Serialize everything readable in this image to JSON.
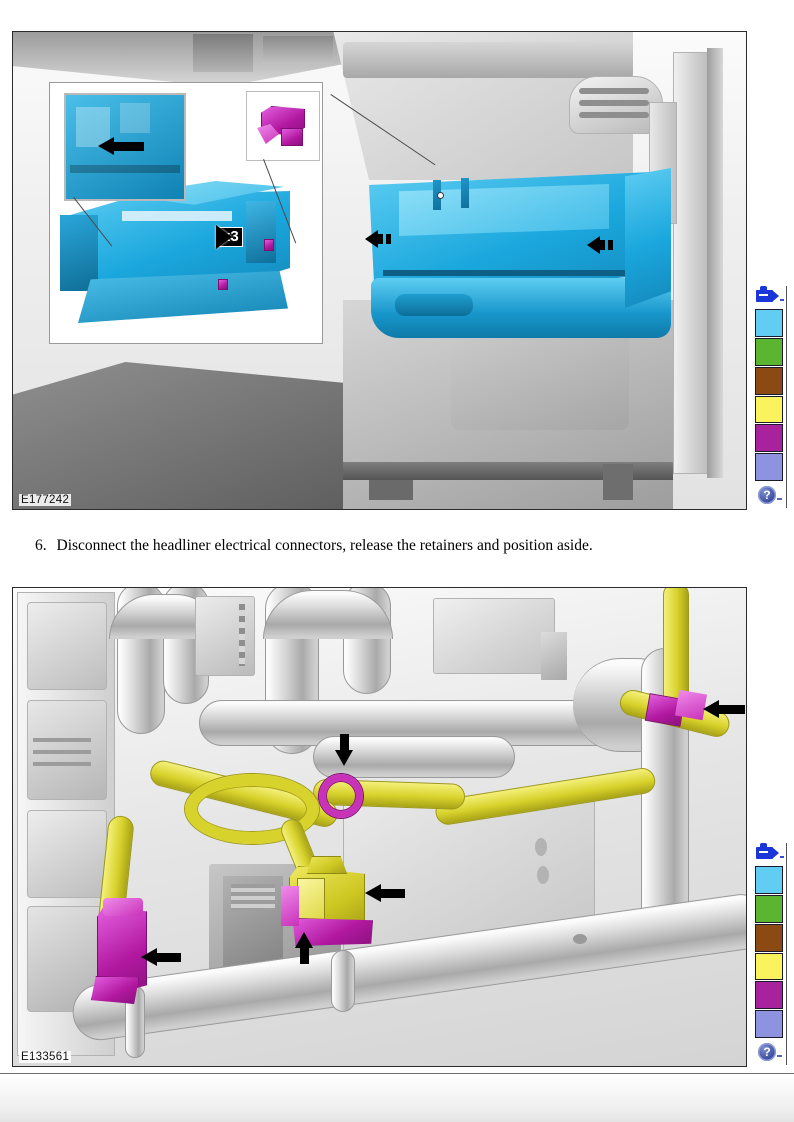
{
  "document": {
    "type": "vehicle-service-manual-page",
    "background_color": "#ffffff"
  },
  "steps": [
    {
      "number": "6.",
      "text": "Disconnect the headliner electrical connectors, release the retainers and position aside."
    }
  ],
  "figures": [
    {
      "id": "E177242",
      "caption_id": "E177242",
      "subject": "Glove box / instrument panel compartment removal",
      "highlight_color": "#29b6e8",
      "callouts": [
        {
          "type": "arrow",
          "direction": "left",
          "label": ""
        },
        {
          "type": "arrow",
          "direction": "left",
          "label": ""
        },
        {
          "type": "arrow",
          "direction": "right",
          "label": "x3"
        },
        {
          "type": "arrow",
          "direction": "left",
          "label": ""
        }
      ],
      "quantity_badge": "x3",
      "insets": [
        {
          "name": "retainer-detail",
          "color": "#c832b8"
        },
        {
          "name": "latch-detail",
          "color": "#29b6e8"
        }
      ]
    },
    {
      "id": "E133561",
      "caption_id": "E133561",
      "subject": "Headliner electrical connectors and retainers",
      "highlight_color": "#d8d22c",
      "callouts": [
        {
          "type": "arrow",
          "direction": "left",
          "label": ""
        },
        {
          "type": "arrow",
          "direction": "left",
          "label": ""
        },
        {
          "type": "arrow",
          "direction": "left",
          "label": ""
        },
        {
          "type": "arrow",
          "direction": "up",
          "label": ""
        },
        {
          "type": "arrow",
          "direction": "down",
          "label": ""
        }
      ],
      "quantity_badge": "",
      "insets": []
    }
  ],
  "legend": {
    "video_icon": "video-camera-icon",
    "help_icon": "help-icon",
    "help_glyph": "?",
    "swatches": [
      {
        "name": "cyan",
        "color": "#62cdf2"
      },
      {
        "name": "green",
        "color": "#5cb531"
      },
      {
        "name": "brown",
        "color": "#8b4a13"
      },
      {
        "name": "yellow",
        "color": "#fbf35e"
      },
      {
        "name": "magenta",
        "color": "#a8229e"
      },
      {
        "name": "periwinkle",
        "color": "#8e93e0"
      }
    ]
  },
  "footer": {
    "visible": "true"
  }
}
